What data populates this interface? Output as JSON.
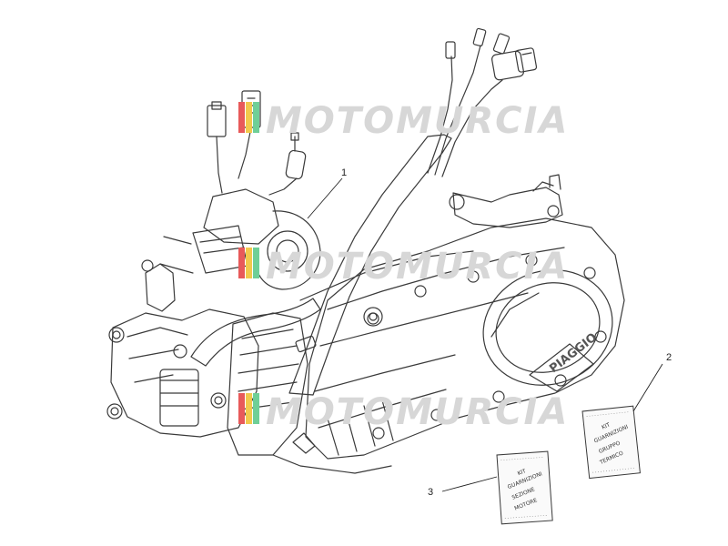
{
  "callouts": [
    {
      "number": "1",
      "part": "engine"
    },
    {
      "number": "2",
      "part": "gasket-kit-engine"
    },
    {
      "number": "3",
      "part": "gasket-kit-transmission"
    }
  ],
  "watermark": {
    "text": "MOTOMURCIA",
    "colors": [
      "#e85a5a",
      "#f2c94c",
      "#6fcf97"
    ]
  },
  "engine": {
    "cover_brand": "PIAGGIO"
  },
  "kits": {
    "kit_2": {
      "lines": [
        "KIT",
        "GUARNIZIONI",
        "GRUPPO",
        "TERMICO"
      ]
    },
    "kit_3": {
      "lines": [
        "KIT",
        "GUARNIZIONI",
        "SEZIONE",
        "MOTORE"
      ]
    }
  },
  "colors": {
    "line": "#3a3a3a",
    "paper": "#ffffff",
    "watermark_gray": "#d7d7d7"
  }
}
